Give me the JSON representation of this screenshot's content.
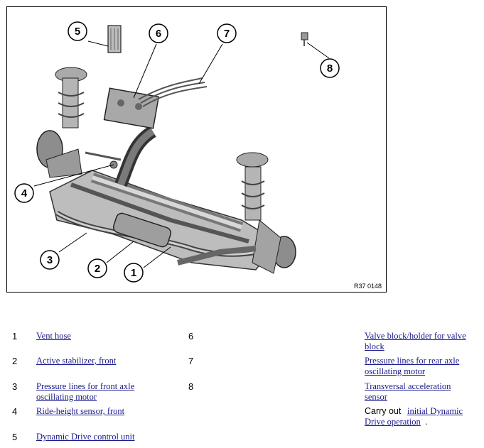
{
  "figure": {
    "reference": "R37 0148",
    "callouts": [
      "5",
      "6",
      "7",
      "8",
      "4",
      "3",
      "2",
      "1"
    ]
  },
  "legend": {
    "left": [
      {
        "num": "1",
        "text": "Vent hose"
      },
      {
        "num": "2",
        "text": "Active stabilizer, front"
      },
      {
        "num": "3",
        "text_line1": "Pressure lines for front axle",
        "text_line2": "oscillating motor"
      },
      {
        "num": "4",
        "text": "Ride-height sensor, front"
      },
      {
        "num": "5",
        "text": "Dynamic Drive control unit"
      }
    ],
    "right": [
      {
        "num": "6",
        "text_line1": "Valve block/holder for valve",
        "text_line2": "block"
      },
      {
        "num": "7",
        "text_line1": "Pressure lines for rear axle",
        "text_line2": "oscillating motor"
      },
      {
        "num": "8",
        "text_line1": "Transversal acceleration",
        "text_line2": "sensor"
      }
    ],
    "note": {
      "prefix": "Carry out",
      "link_line1": "initial Dynamic",
      "link_line2": "Drive operation",
      "suffix": "."
    }
  }
}
